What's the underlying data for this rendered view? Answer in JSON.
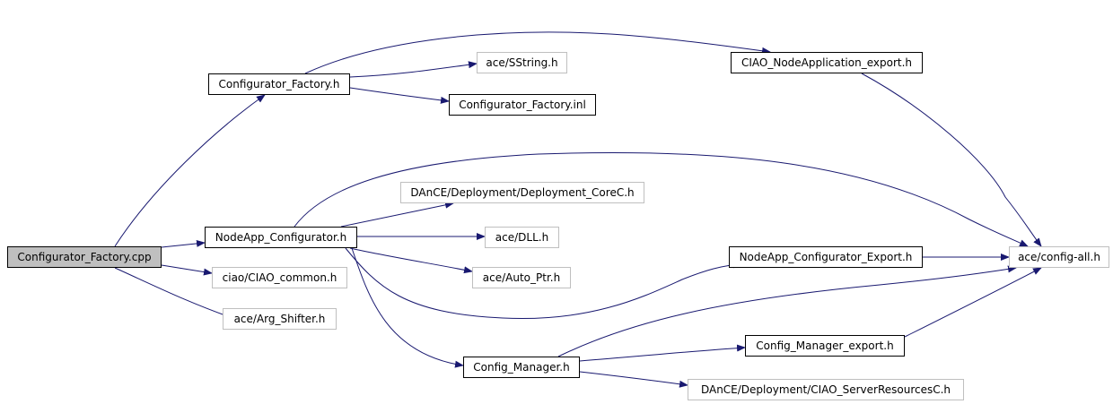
{
  "colors": {
    "edge": "#191970",
    "root_fill": "#bfbfbf",
    "solid_border": "#000000",
    "faded_border": "#bfbfbf"
  },
  "nodes": [
    {
      "id": "cfcpp",
      "label": "Configurator_Factory.cpp"
    },
    {
      "id": "cfh",
      "label": "Configurator_Factory.h"
    },
    {
      "id": "sstr",
      "label": "ace/SString.h"
    },
    {
      "id": "cfinl",
      "label": "Configurator_Factory.inl"
    },
    {
      "id": "ciaona",
      "label": "CIAO_NodeApplication_export.h"
    },
    {
      "id": "nac",
      "label": "NodeApp_Configurator.h"
    },
    {
      "id": "dcore",
      "label": "DAnCE/Deployment/Deployment_CoreC.h"
    },
    {
      "id": "dll",
      "label": "ace/DLL.h"
    },
    {
      "id": "aptr",
      "label": "ace/Auto_Ptr.h"
    },
    {
      "id": "nacexp",
      "label": "NodeApp_Configurator_Export.h"
    },
    {
      "id": "cfgall",
      "label": "ace/config-all.h"
    },
    {
      "id": "ciaocm",
      "label": "ciao/CIAO_common.h"
    },
    {
      "id": "args",
      "label": "ace/Arg_Shifter.h"
    },
    {
      "id": "cm",
      "label": "Config_Manager.h"
    },
    {
      "id": "cmexp",
      "label": "Config_Manager_export.h"
    },
    {
      "id": "dsrv",
      "label": "DAnCE/Deployment/CIAO_ServerResourcesC.h"
    }
  ],
  "edges": [
    [
      "cfcpp",
      "cfh"
    ],
    [
      "cfcpp",
      "nac"
    ],
    [
      "cfcpp",
      "ciaocm"
    ],
    [
      "cfcpp",
      "args"
    ],
    [
      "cfh",
      "sstr"
    ],
    [
      "cfh",
      "cfinl"
    ],
    [
      "cfh",
      "ciaona"
    ],
    [
      "ciaona",
      "cfgall"
    ],
    [
      "nac",
      "dcore"
    ],
    [
      "nac",
      "dll"
    ],
    [
      "nac",
      "aptr"
    ],
    [
      "nac",
      "nacexp"
    ],
    [
      "nac",
      "cfgall"
    ],
    [
      "nac",
      "cm"
    ],
    [
      "nacexp",
      "cfgall"
    ],
    [
      "cm",
      "cmexp"
    ],
    [
      "cm",
      "dsrv"
    ],
    [
      "cm",
      "cfgall"
    ],
    [
      "cmexp",
      "cfgall"
    ]
  ]
}
